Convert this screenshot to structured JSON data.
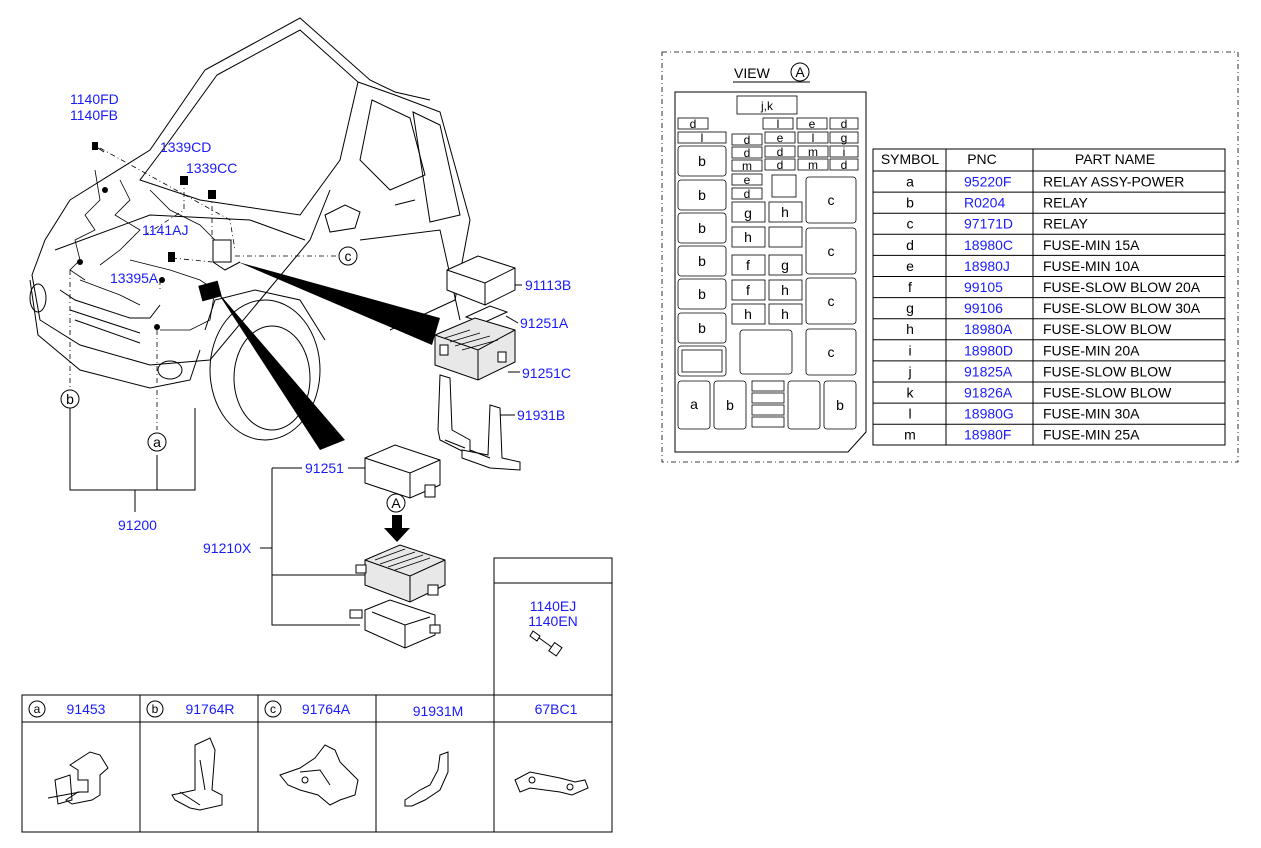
{
  "callouts": {
    "c1140FD": "1140FD",
    "c1140FB": "1140FB",
    "c1339CD": "1339CD",
    "c1339CC": "1339CC",
    "c1141AJ": "1141AJ",
    "c13395A": "13395A",
    "c91113B": "91113B",
    "c91251A": "91251A",
    "c91251C": "91251C",
    "c91931B": "91931B",
    "c91251": "91251",
    "c91210X": "91210X",
    "c91200": "91200",
    "c1140EJ": "1140EJ",
    "c1140EN": "1140EN"
  },
  "markers": {
    "a": "a",
    "b": "b",
    "c": "c",
    "A": "A"
  },
  "view_title": "VIEW",
  "fusebox": {
    "top_label": "j,k"
  },
  "bottom_table": [
    {
      "letter": "a",
      "pnc": "91453"
    },
    {
      "letter": "b",
      "pnc": "91764R"
    },
    {
      "letter": "c",
      "pnc": "91764A"
    },
    {
      "letter": "",
      "pnc": "91931M"
    },
    {
      "letter": "",
      "pnc": "67BC1"
    }
  ],
  "legend": {
    "headers": [
      "SYMBOL",
      "PNC",
      "PART NAME"
    ],
    "rows": [
      {
        "symbol": "a",
        "pnc": "95220F",
        "name": "RELAY ASSY-POWER"
      },
      {
        "symbol": "b",
        "pnc": "R0204",
        "name": "RELAY"
      },
      {
        "symbol": "c",
        "pnc": "97171D",
        "name": "RELAY"
      },
      {
        "symbol": "d",
        "pnc": "18980C",
        "name": "FUSE-MIN 15A"
      },
      {
        "symbol": "e",
        "pnc": "18980J",
        "name": "FUSE-MIN 10A"
      },
      {
        "symbol": "f",
        "pnc": "99105",
        "name": "FUSE-SLOW BLOW 20A"
      },
      {
        "symbol": "g",
        "pnc": "99106",
        "name": "FUSE-SLOW BLOW 30A"
      },
      {
        "symbol": "h",
        "pnc": "18980A",
        "name": "FUSE-SLOW BLOW"
      },
      {
        "symbol": "i",
        "pnc": "18980D",
        "name": "FUSE-MIN 20A"
      },
      {
        "symbol": "j",
        "pnc": "91825A",
        "name": "FUSE-SLOW BLOW"
      },
      {
        "symbol": "k",
        "pnc": "91826A",
        "name": "FUSE-SLOW BLOW"
      },
      {
        "symbol": "l",
        "pnc": "18980G",
        "name": "FUSE-MIN 30A"
      },
      {
        "symbol": "m",
        "pnc": "18980F",
        "name": "FUSE-MIN 25A"
      }
    ]
  },
  "colors": {
    "link": "#1a1aff",
    "ink": "#000000"
  }
}
